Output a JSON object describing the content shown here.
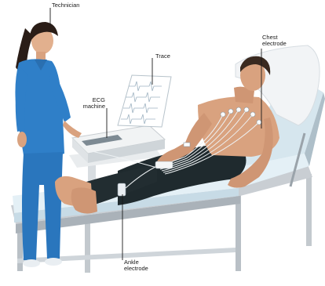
{
  "labels": {
    "technician": "Technician",
    "trace": "Trace",
    "ecg_machine_line1": "ECG",
    "ecg_machine_line2": "machine",
    "chest_electrode_line1": "Chest",
    "chest_electrode_line2": "electrode",
    "ankle_electrode_line1": "Ankle",
    "ankle_electrode_line2": "electrode"
  },
  "colors": {
    "scrubs": "#2f7fc8",
    "skin": "#d9a27f",
    "trousers": "#1f2a2e",
    "bed_frame": "#c9ced3",
    "mattress": "#e4f0f6",
    "machine": "#e8ebed",
    "leader_line": "#1a1a1a"
  }
}
